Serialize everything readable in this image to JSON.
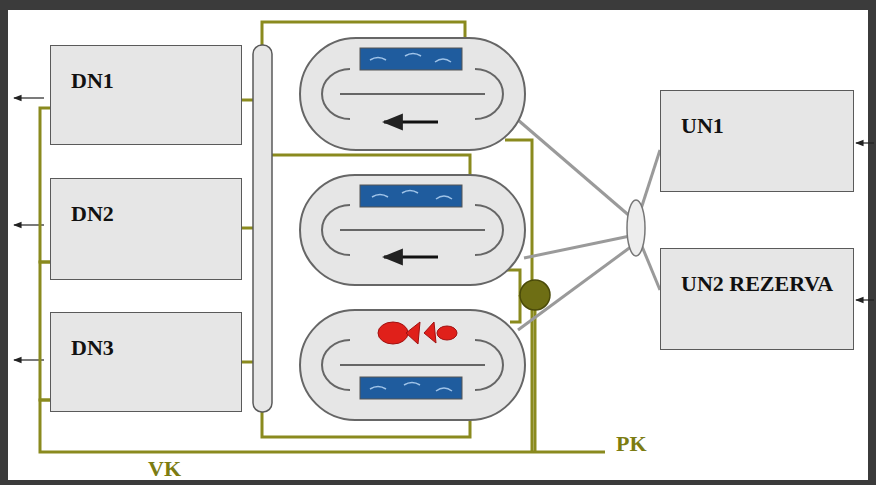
{
  "diagram": {
    "nodes": [
      {
        "text": [
          "DN1"
        ]
      },
      {
        "text": [
          "DN2"
        ]
      },
      {
        "text": [
          "DN3"
        ]
      },
      {
        "text": [
          "UN1"
        ]
      },
      {
        "text": [
          "UN2 REZERVA"
        ]
      }
    ],
    "edges": [
      {
        "from": 0,
        "to": 1,
        "arrow": "none"
      },
      {
        "from": 1,
        "to": 2,
        "arrow": "none"
      }
    ],
    "labels": [
      "VK",
      "PK"
    ]
  }
}
